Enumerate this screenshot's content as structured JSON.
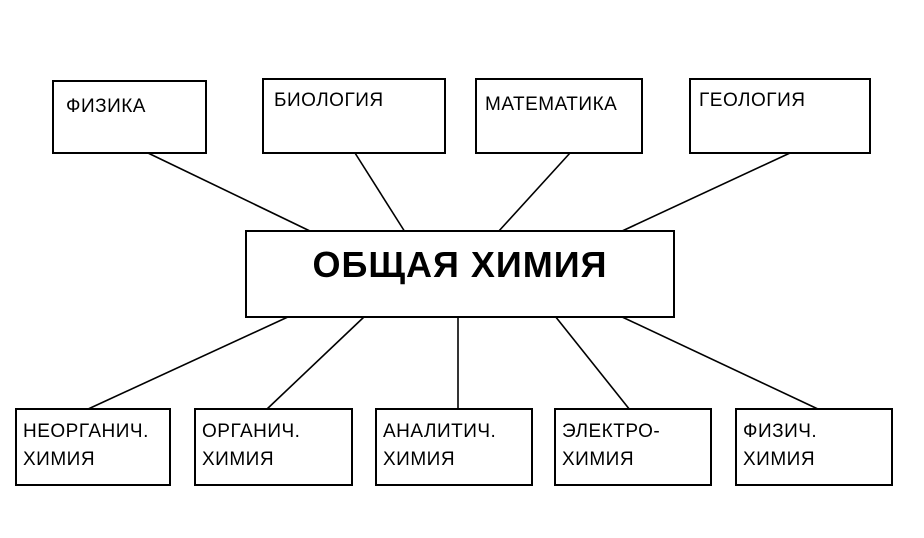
{
  "center": {
    "label": "ОБЩАЯ ХИМИЯ"
  },
  "top_sciences": [
    {
      "label": "ФИЗИКА"
    },
    {
      "label": "БИОЛОГИЯ"
    },
    {
      "label": "МАТЕМАТИКА"
    },
    {
      "label": "ГЕОЛОГИЯ"
    }
  ],
  "branches": [
    {
      "line1": "НЕОРГАНИЧ.",
      "line2": "ХИМИЯ"
    },
    {
      "line1": "ОРГАНИЧ.",
      "line2": "ХИМИЯ"
    },
    {
      "line1": "АНАЛИТИЧ.",
      "line2": "ХИМИЯ"
    },
    {
      "line1": "ЭЛЕКТРО-",
      "line2": "ХИМИЯ"
    },
    {
      "line1": "ФИЗИЧ.",
      "line2": "ХИМИЯ"
    }
  ]
}
